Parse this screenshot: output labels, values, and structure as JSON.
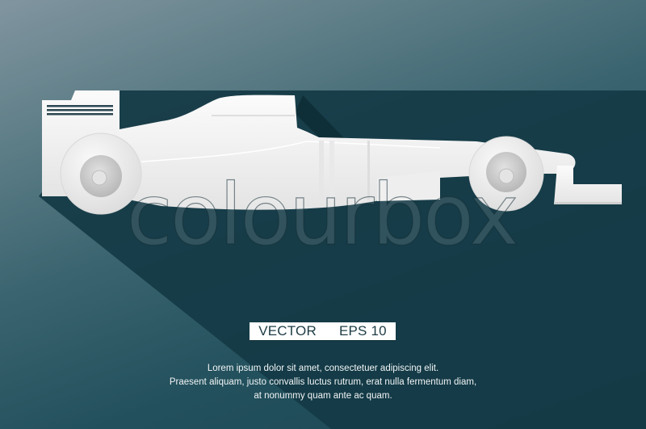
{
  "scene": {
    "subject": "formula-one race car side view",
    "colors": {
      "bg_top_left": "#8195a0",
      "bg_bottom_right": "#1b4753",
      "long_shadow": "#143a45",
      "car_body": "#f2f2f2",
      "wheel_hub": "#c9c9c9",
      "badge_bg": "#ffffff",
      "badge_text": "#1d3c44",
      "body_text": "#f2f5f6"
    }
  },
  "watermark": {
    "text": "colourbox"
  },
  "badge": {
    "left": "VECTOR",
    "right": "EPS 10"
  },
  "description": {
    "lines": [
      "Lorem ipsum dolor sit amet, consectetuer adipiscing elit.",
      "Praesent aliquam, justo convallis luctus rutrum, erat nulla fermentum diam,",
      "at nonummy quam ante ac quam."
    ]
  }
}
